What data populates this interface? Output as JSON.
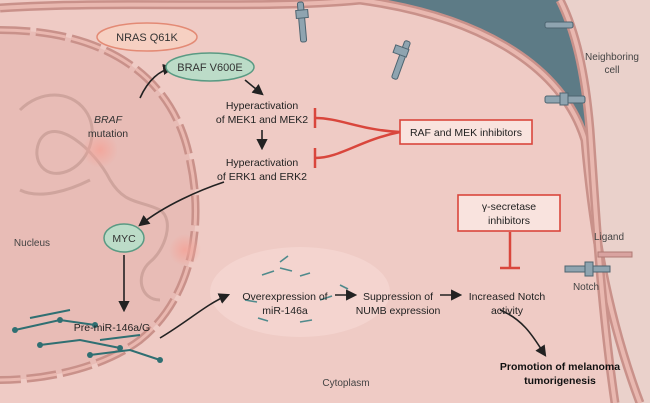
{
  "labels": {
    "nras": "NRAS Q61K",
    "braf_protein": "BRAF V600E",
    "braf_gene": "BRAF",
    "mutation": "mutation",
    "mek_line1": "Hyperactivation",
    "mek_line2": "of MEK1 and MEK2",
    "erk_line1": "Hyperactivation",
    "erk_line2": "of ERK1 and ERK2",
    "inhibitors": "RAF and MEK inhibitors",
    "gamma_line1": "γ-secretase",
    "gamma_line2": "inhibitors",
    "neighboring_line1": "Neighboring",
    "neighboring_line2": "cell",
    "nucleus": "Nucleus",
    "myc": "MYC",
    "premir": "Pre-miR-146a/G",
    "overexp_line1": "Overexpression of",
    "overexp_line2": "miR-146a",
    "numb_line1": "Suppression of",
    "numb_line2": "NUMB expression",
    "notch_act_line1": "Increased Notch",
    "notch_act_line2": "activity",
    "ligand": "Ligand",
    "notch": "Notch",
    "promotion_line1": "Promotion of melanoma",
    "promotion_line2": "tumorigenesis",
    "cytoplasm": "Cytoplasm"
  },
  "colors": {
    "cytoplasm": "#efcbc5",
    "nucleus": "#e8bcb6",
    "extracellular": "#5d7b86",
    "neighbor": "#ead1cb",
    "membrane": "#c08b85",
    "inhibitor": "#d9463c",
    "green_node": "#bcdcc8",
    "teal": "#2f6f72",
    "nras_fill": "#f6d0c2"
  }
}
